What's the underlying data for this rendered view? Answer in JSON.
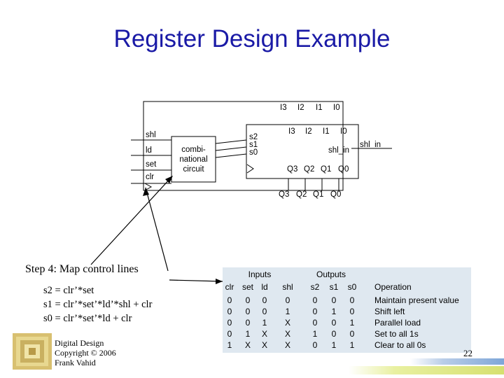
{
  "title": "Register Design Example",
  "register_inputs": [
    "I3",
    "I2",
    "I1",
    "I0"
  ],
  "register_outputs": [
    "Q3",
    "Q2",
    "Q1",
    "Q0"
  ],
  "control_inputs": [
    "shl",
    "ld",
    "set",
    "clr"
  ],
  "combinational_label": "combi-\nnational\ncircuit",
  "shifter_selects": [
    "s2",
    "s1",
    "s0"
  ],
  "shifter_inputs": [
    "I3",
    "I2",
    "I1",
    "I0"
  ],
  "shifter_shl_in": "shl_in",
  "shifter_outputs": [
    "Q3",
    "Q2",
    "Q1",
    "Q0"
  ],
  "external_shl_in": "shl_in",
  "step_text": "Step 4: Map control lines",
  "equations": [
    "s2 = clr’*set",
    "s1 = clr’*set’*ld’*shl + clr",
    "s0 = clr’*set’*ld + clr"
  ],
  "credits": [
    "Digital Design",
    "Copyright © 2006",
    "Frank Vahid"
  ],
  "page_number": "22",
  "truth_table": {
    "inputs_header": "Inputs",
    "outputs_header": "Outputs",
    "columns": [
      "clr",
      "set",
      "ld",
      "shl",
      "s2",
      "s1",
      "s0",
      "Operation"
    ],
    "rows": [
      [
        "0",
        "0",
        "0",
        "0",
        "0",
        "0",
        "0",
        "Maintain present value"
      ],
      [
        "0",
        "0",
        "0",
        "1",
        "0",
        "1",
        "0",
        "Shift left"
      ],
      [
        "0",
        "0",
        "1",
        "X",
        "0",
        "0",
        "1",
        "Parallel load"
      ],
      [
        "0",
        "1",
        "X",
        "X",
        "1",
        "0",
        "0",
        "Set to all 1s"
      ],
      [
        "1",
        "X",
        "X",
        "X",
        "0",
        "1",
        "1",
        "Clear to all 0s"
      ]
    ]
  },
  "colors": {
    "title": "#1a1aa6",
    "table_bg": "#dfe8f0",
    "wire": "#000000"
  }
}
